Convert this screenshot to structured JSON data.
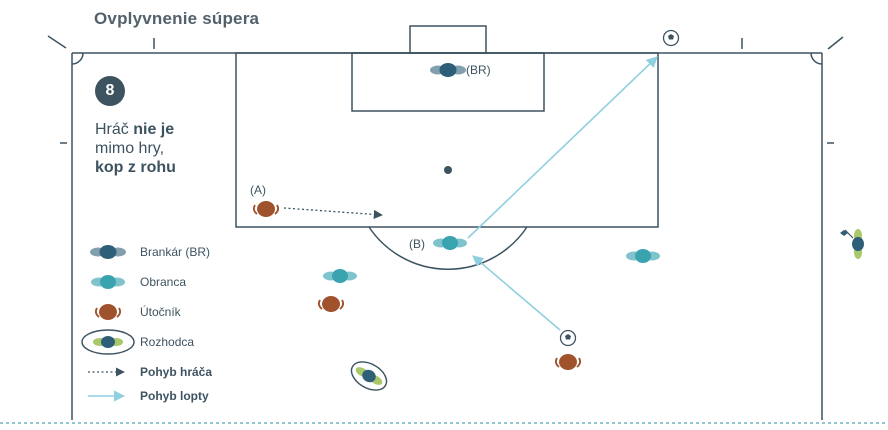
{
  "title": "Ovplyvnenie súpera",
  "badge_number": "8",
  "caption": {
    "line1_normal": "Hráč ",
    "line1_bold": "nie je",
    "line2": "mimo hry,",
    "line3": "kop z rohu"
  },
  "labels": {
    "goalkeeper_tag": "(BR)",
    "attacker_a_tag": "(A)",
    "defender_b_tag": "(B)"
  },
  "legend": [
    {
      "key": "goalkeeper",
      "label": "Brankár (BR)",
      "bold": false
    },
    {
      "key": "defender",
      "label": "Obranca",
      "bold": false
    },
    {
      "key": "attacker",
      "label": "Útočník",
      "bold": false
    },
    {
      "key": "referee",
      "label": "Rozhodca",
      "bold": false
    },
    {
      "key": "player-movement",
      "label": "Pohyb hráča",
      "bold": true
    },
    {
      "key": "ball-movement",
      "label": "Pohyb lopty",
      "bold": true
    }
  ],
  "colors": {
    "goalkeeper": "#2f5f78",
    "defender": "#3aa3b0",
    "attacker": "#a0522d",
    "referee_body": "#2f5f78",
    "referee_accent": "#a8c86a",
    "lines": "#3d5360",
    "ball_path": "#8fcfe0",
    "dotted_line": "#6fb3c6"
  }
}
